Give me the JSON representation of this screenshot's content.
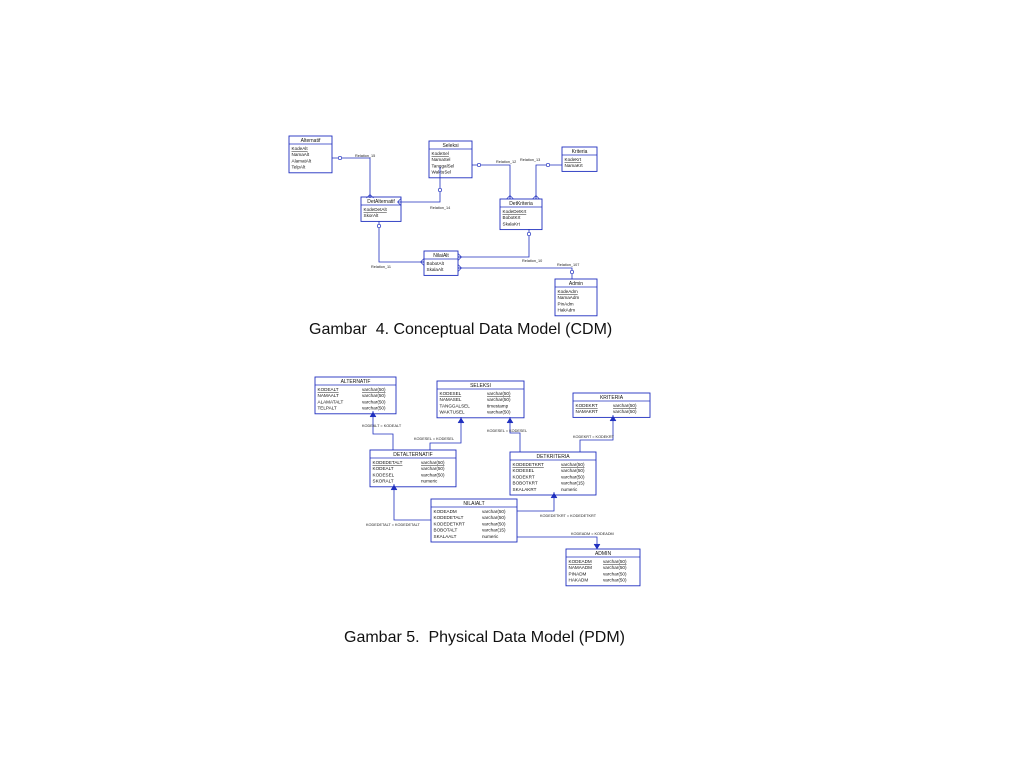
{
  "captions": {
    "cdm": "Gambar  4. Conceptual Data Model (CDM)",
    "pdm": "Gambar 5.  Physical Data Model (PDM)"
  },
  "cdm": {
    "entities": [
      {
        "id": "alternatif",
        "title": "Alternatif",
        "rows": [
          {
            "name": "KodeAlt",
            "pk": true
          },
          {
            "name": "NamaAlt"
          },
          {
            "name": "AlamatAlt"
          },
          {
            "name": "TelpAlt"
          }
        ]
      },
      {
        "id": "seleksi",
        "title": "Seleksi",
        "rows": [
          {
            "name": "KodeSel",
            "pk": true
          },
          {
            "name": "NamaSel"
          },
          {
            "name": "TanggalSel"
          },
          {
            "name": "WaktuSel"
          }
        ]
      },
      {
        "id": "kriteria",
        "title": "Kriteria",
        "rows": [
          {
            "name": "KodeKrt",
            "pk": true
          },
          {
            "name": "NamaKrt"
          }
        ]
      },
      {
        "id": "detalternatif",
        "title": "DetAlternatif",
        "rows": [
          {
            "name": "KodeDetAlt",
            "pk": true
          },
          {
            "name": "SkorAlt"
          }
        ]
      },
      {
        "id": "detkriteria",
        "title": "DetKriteria",
        "rows": [
          {
            "name": "KodeDetKrt",
            "pk": true
          },
          {
            "name": "BobotKrt"
          },
          {
            "name": "SkalaKrt"
          }
        ]
      },
      {
        "id": "nilaialt",
        "title": "NilaiAlt",
        "rows": [
          {
            "name": "BobotAlt"
          },
          {
            "name": "SkalaAlt"
          }
        ]
      },
      {
        "id": "admin",
        "title": "Admin",
        "rows": [
          {
            "name": "KodeAdm",
            "pk": true
          },
          {
            "name": "NamaAdm"
          },
          {
            "name": "PinAdm"
          },
          {
            "name": "HakAdm"
          }
        ]
      }
    ],
    "relations": [
      {
        "label": "Relation_15"
      },
      {
        "label": "Relation_14"
      },
      {
        "label": "Relation_12"
      },
      {
        "label": "Relation_13"
      },
      {
        "label": "Relation_11"
      },
      {
        "label": "Relation_10"
      },
      {
        "label": "Relation_107"
      }
    ]
  },
  "pdm": {
    "entities": [
      {
        "id": "alternatif",
        "title": "ALTERNATIF",
        "rows": [
          {
            "name": "KODEALT",
            "type": "varchar(50)",
            "pk": true
          },
          {
            "name": "NAMAALT",
            "type": "varchar(50)"
          },
          {
            "name": "ALAMATALT",
            "type": "varchar(50)"
          },
          {
            "name": "TELPALT",
            "type": "varchar(50)"
          }
        ]
      },
      {
        "id": "seleksi",
        "title": "SELEKSI",
        "rows": [
          {
            "name": "KODESEL",
            "type": "varchar(50)",
            "pk": true
          },
          {
            "name": "NAMASEL",
            "type": "varchar(50)"
          },
          {
            "name": "TANGGALSEL",
            "type": "timestamp"
          },
          {
            "name": "WAKTUSEL",
            "type": "varchar(50)"
          }
        ]
      },
      {
        "id": "kriteria",
        "title": "KRITERIA",
        "rows": [
          {
            "name": "KODEKRT",
            "type": "varchar(50)",
            "pk": true
          },
          {
            "name": "NAMAKRT",
            "type": "varchar(50)"
          }
        ]
      },
      {
        "id": "detalternatif",
        "title": "DETALTERNATIF",
        "rows": [
          {
            "name": "KODEDETALT",
            "type": "varchar(50)",
            "pk": true
          },
          {
            "name": "KODEALT",
            "type": "varchar(50)"
          },
          {
            "name": "KODESEL",
            "type": "varchar(50)"
          },
          {
            "name": "SKORALT",
            "type": "numeric"
          }
        ]
      },
      {
        "id": "detkriteria",
        "title": "DETKRITERIA",
        "rows": [
          {
            "name": "KODEDETKRT",
            "type": "varchar(50)",
            "pk": true
          },
          {
            "name": "KODESEL",
            "type": "varchar(50)"
          },
          {
            "name": "KODEKRT",
            "type": "varchar(50)"
          },
          {
            "name": "BOBOTKRT",
            "type": "varchar(15)"
          },
          {
            "name": "SKALAKRT",
            "type": "numeric"
          }
        ]
      },
      {
        "id": "nilaialt",
        "title": "NILAIALT",
        "rows": [
          {
            "name": "KODEADM",
            "type": "varchar(50)"
          },
          {
            "name": "KODEDETALT",
            "type": "varchar(50)"
          },
          {
            "name": "KODEDETKRT",
            "type": "varchar(50)"
          },
          {
            "name": "BOBOTALT",
            "type": "varchar(15)"
          },
          {
            "name": "SKALAALT",
            "type": "numeric"
          }
        ]
      },
      {
        "id": "admin",
        "title": "ADMIN",
        "rows": [
          {
            "name": "KODEADM",
            "type": "varchar(50)",
            "pk": true
          },
          {
            "name": "NAMAADM",
            "type": "varchar(50)"
          },
          {
            "name": "PINADM",
            "type": "varchar(50)"
          },
          {
            "name": "HAKADM",
            "type": "varchar(50)"
          }
        ]
      }
    ],
    "references": [
      {
        "label": "KODEALT = KODEALT"
      },
      {
        "label": "KODESEL = KODESEL"
      },
      {
        "label": "KODESEL = KODESEL"
      },
      {
        "label": "KODEKRT = KODEKRT"
      },
      {
        "label": "KODEDETALT = KODEDETALT"
      },
      {
        "label": "KODEDETKRT = KODEDETKRT"
      },
      {
        "label": "KODEADM = KODEADM"
      }
    ]
  },
  "colors": {
    "line": "#1f2fbf",
    "border": "#1f2fbf",
    "text": "#111111"
  }
}
